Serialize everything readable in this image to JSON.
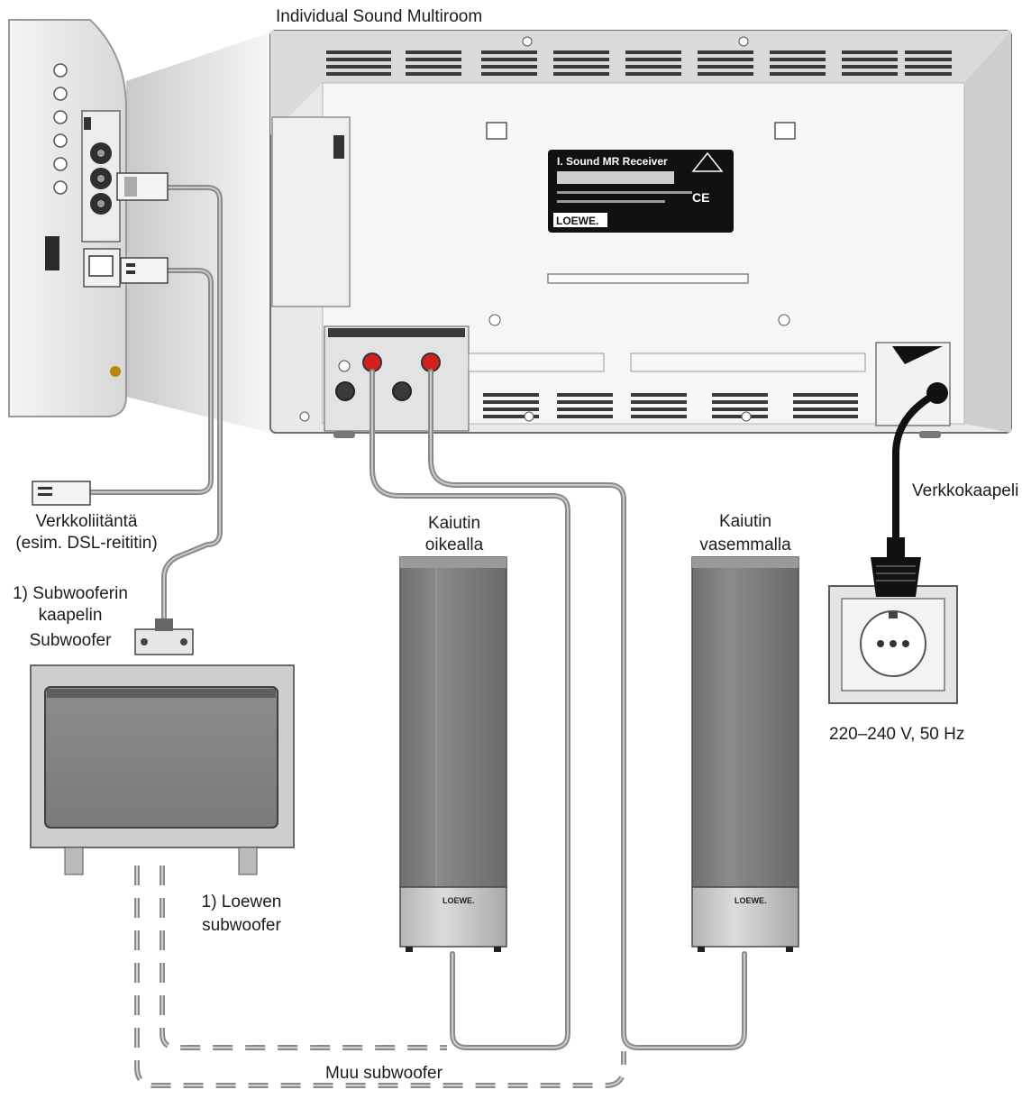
{
  "labels": {
    "device_title": "Individual Sound Multiroom",
    "network_port": "Verkkoliitäntä",
    "network_port_example": "(esim. DSL-reititin)",
    "subwoofer_cable_1": "1) Subwooferin",
    "subwoofer_cable_2": "kaapelin",
    "subwoofer_cable_3": "Subwoofer",
    "right_speaker_1": "Kaiutin",
    "right_speaker_2": "oikealla",
    "left_speaker_1": "Kaiutin",
    "left_speaker_2": "vasemmalla",
    "power_cable": "Verkkokaapeli",
    "mains_voltage": "220–240 V, 50 Hz",
    "loewe_subwoofer_1": "1) Loewen",
    "loewe_subwoofer_2": "subwoofer",
    "other_subwoofer": "Muu subwoofer"
  },
  "receiver_plate": {
    "model": "I. Sound MR Receiver",
    "brand": "LOEWE.",
    "ce_mark": "CE"
  },
  "speaker_brand": "LOEWE.",
  "colors": {
    "cable": "#8a8a8a",
    "speaker_body": "#7d7d7d",
    "speaker_base": "#c8c8c8",
    "device_frame": "#e6e6e6",
    "red_terminal": "#d21f1f"
  }
}
